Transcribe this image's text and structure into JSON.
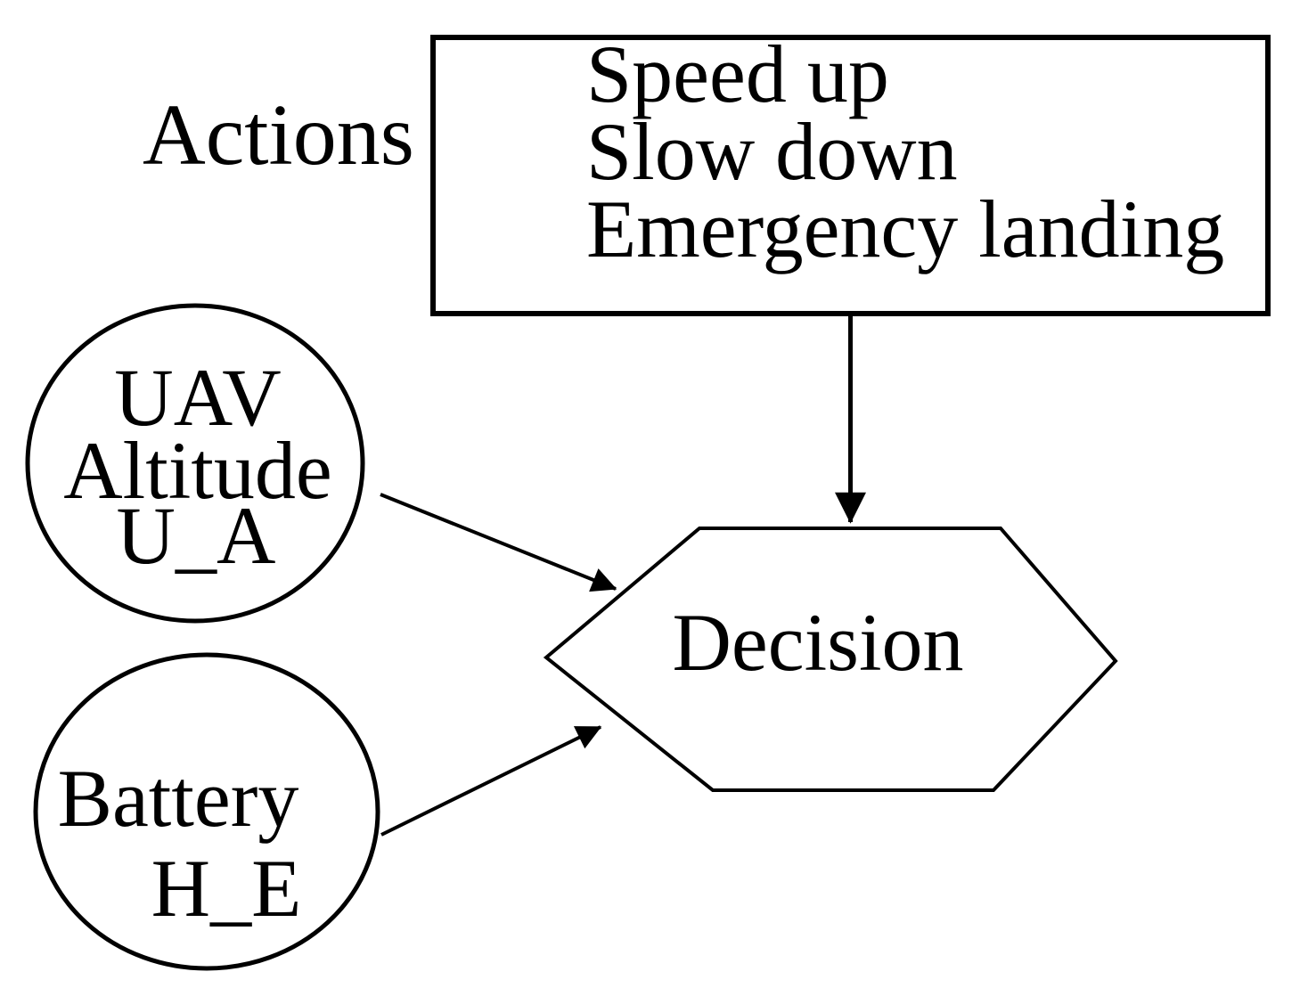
{
  "colors": {
    "ink": "#000000",
    "background": "#ffffff"
  },
  "actions_label": "Actions",
  "actions_box": {
    "items": [
      "Speed up",
      "Slow down",
      "Emergency landing"
    ]
  },
  "nodes": {
    "uav": {
      "lines": [
        "UAV",
        "Altitude",
        "U_A"
      ]
    },
    "battery": {
      "lines": [
        "Battery",
        "H_E"
      ]
    },
    "decision": {
      "label": "Decision"
    }
  }
}
